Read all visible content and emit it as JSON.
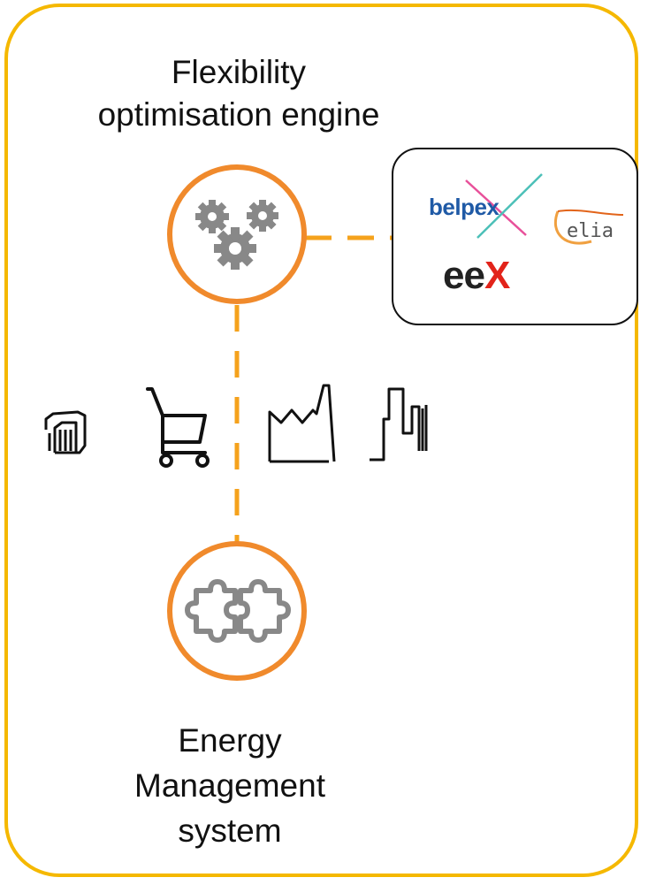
{
  "diagram": {
    "title_lines": [
      "Flexibility",
      "optimisation engine"
    ],
    "bottom_lines": [
      "Energy",
      "Management",
      "system"
    ],
    "logos": {
      "belpex": "belpex",
      "elia": "elia",
      "eex_prefix": "ee",
      "eex_x": "X"
    },
    "colors": {
      "frame": "#f5b800",
      "circle": "#f08a2c",
      "connector": "#f5a21c",
      "icon_gray": "#888888"
    },
    "icons": [
      "gears-icon",
      "puzzle-icon",
      "building-icon",
      "shopping-cart-icon",
      "factory-icon",
      "city-skyline-icon"
    ]
  }
}
